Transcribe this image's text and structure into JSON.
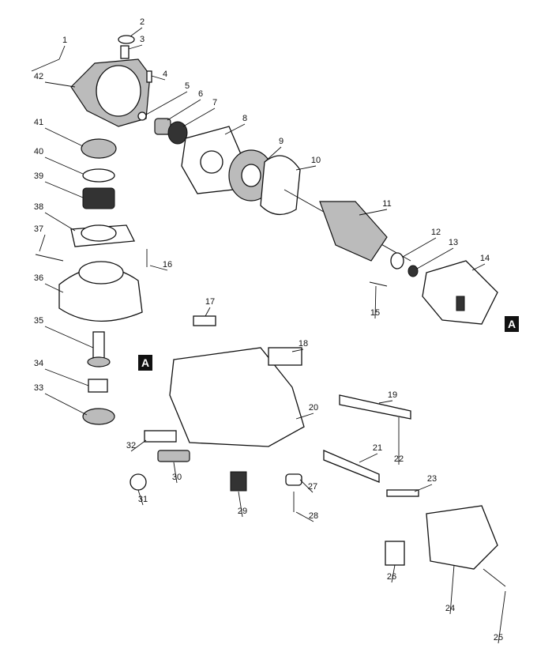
{
  "diagram": {
    "part_numbers": [
      "1",
      "2",
      "3",
      "4",
      "5",
      "6",
      "7",
      "8",
      "9",
      "10",
      "11",
      "12",
      "13",
      "14",
      "15",
      "16",
      "17",
      "18",
      "19",
      "20",
      "21",
      "22",
      "23",
      "24",
      "25",
      "26",
      "27",
      "28",
      "29",
      "30",
      "31",
      "32",
      "33",
      "34",
      "35",
      "36",
      "37",
      "38",
      "39",
      "40",
      "41",
      "42"
    ],
    "reference_marker": "A"
  }
}
